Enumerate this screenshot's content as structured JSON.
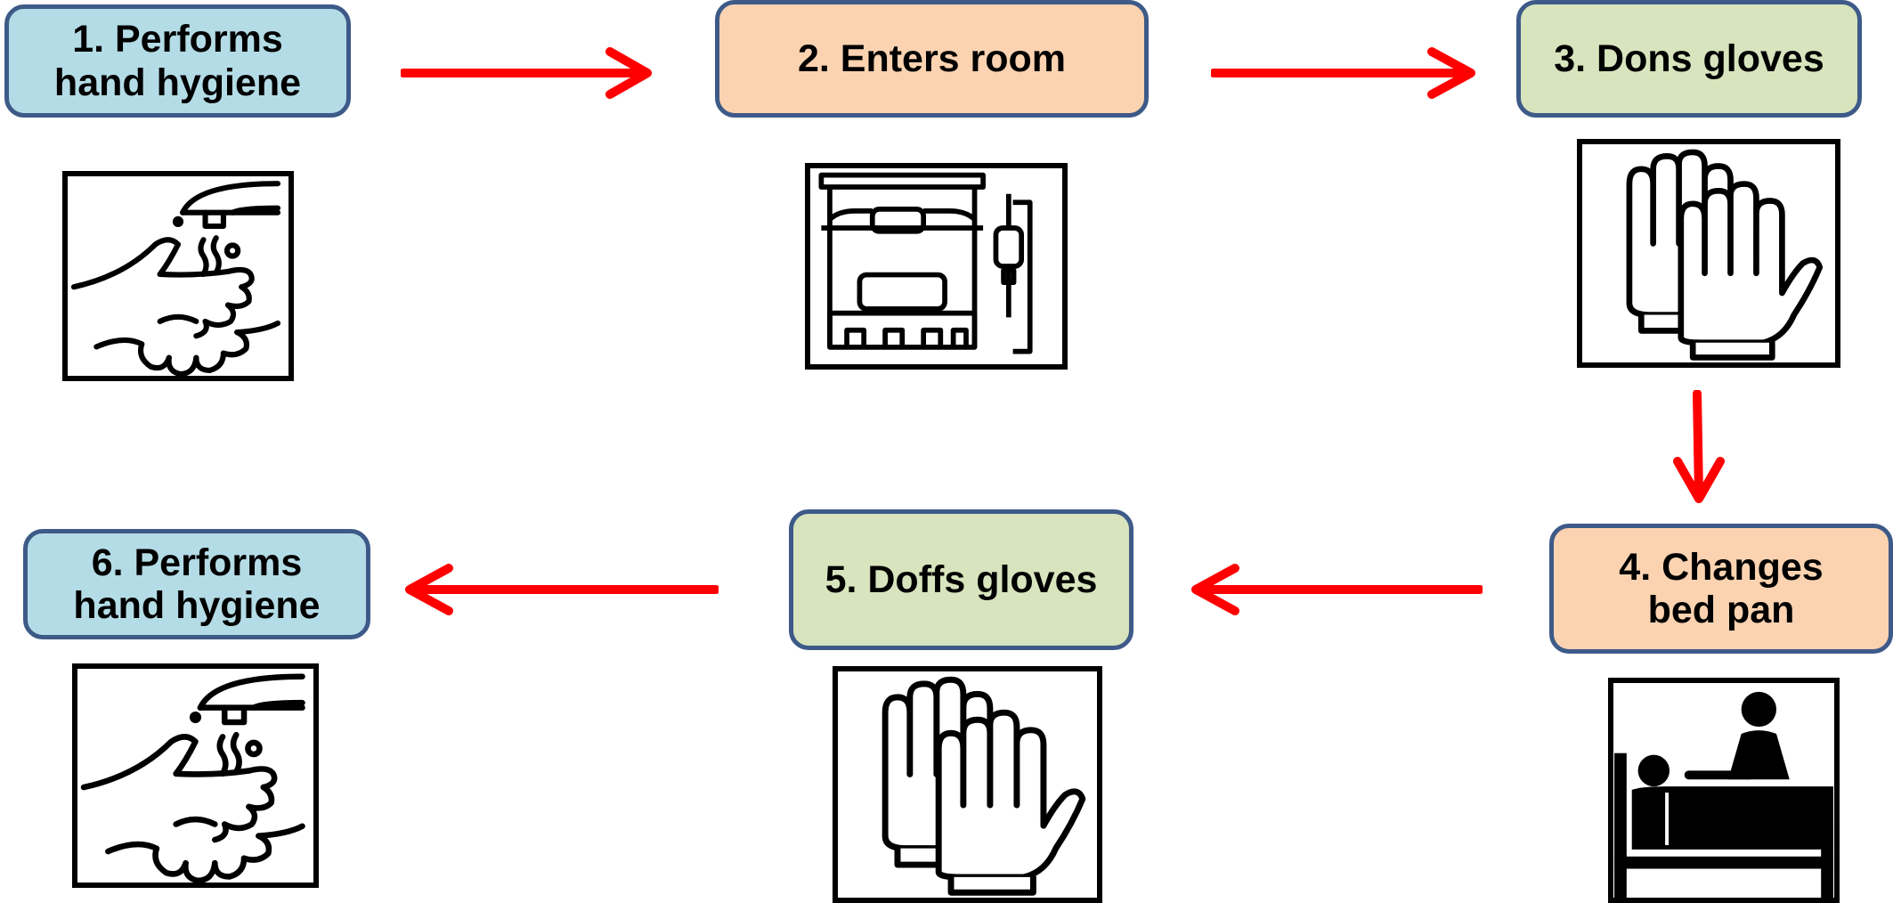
{
  "steps": [
    {
      "number": "1.",
      "line1": "1. Performs",
      "line2": "hand hygiene",
      "icon": "hand-washing-icon",
      "color": "#b4dce6"
    },
    {
      "number": "2.",
      "line1": "2. Enters room",
      "line2": "",
      "icon": "hospital-room-icon",
      "color": "#fbd3b1"
    },
    {
      "number": "3.",
      "line1": "3. Dons gloves",
      "line2": "",
      "icon": "gloves-icon",
      "color": "#d7e4bd"
    },
    {
      "number": "4.",
      "line1": "4. Changes",
      "line2": "bed pan",
      "icon": "patient-bed-icon",
      "color": "#fbd3b1"
    },
    {
      "number": "5.",
      "line1": "5. Doffs gloves",
      "line2": "",
      "icon": "gloves-icon",
      "color": "#d7e4bd"
    },
    {
      "number": "6.",
      "line1": "6. Performs",
      "line2": "hand hygiene",
      "icon": "hand-washing-icon",
      "color": "#b4dce6"
    }
  ],
  "colors": {
    "arrow": "#ff0000",
    "border": "#3d5a88"
  }
}
